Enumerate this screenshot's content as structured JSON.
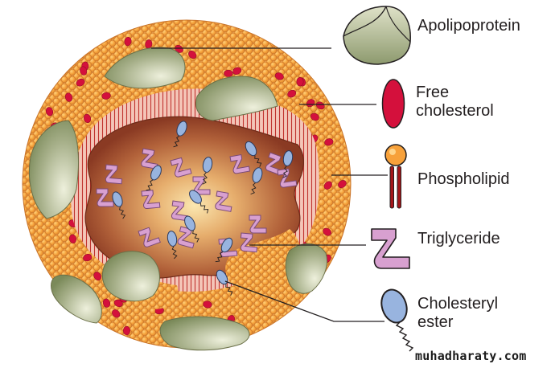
{
  "legend": {
    "apolipoprotein": "Apolipoprotein",
    "free_cholesterol_1": "Free",
    "free_cholesterol_2": "cholesterol",
    "phospholipid": "Phospholipid",
    "triglyceride": "Triglyceride",
    "cholesteryl_ester_1": "Cholesteryl",
    "cholesteryl_ester_2": "ester"
  },
  "watermark": "muhadharaty.com",
  "colors": {
    "apolipoprotein_fill": "#8d9a6e",
    "apolipoprotein_light": "#d9dcc0",
    "free_cholesterol": "#d4103c",
    "phospholipid_head": "#f7a13a",
    "phospholipid_tail": "#a4161a",
    "triglyceride": "#d8a0d0",
    "cholesteryl_ester": "#98b4df",
    "core": "#a0522d",
    "outline": "#231f20"
  }
}
